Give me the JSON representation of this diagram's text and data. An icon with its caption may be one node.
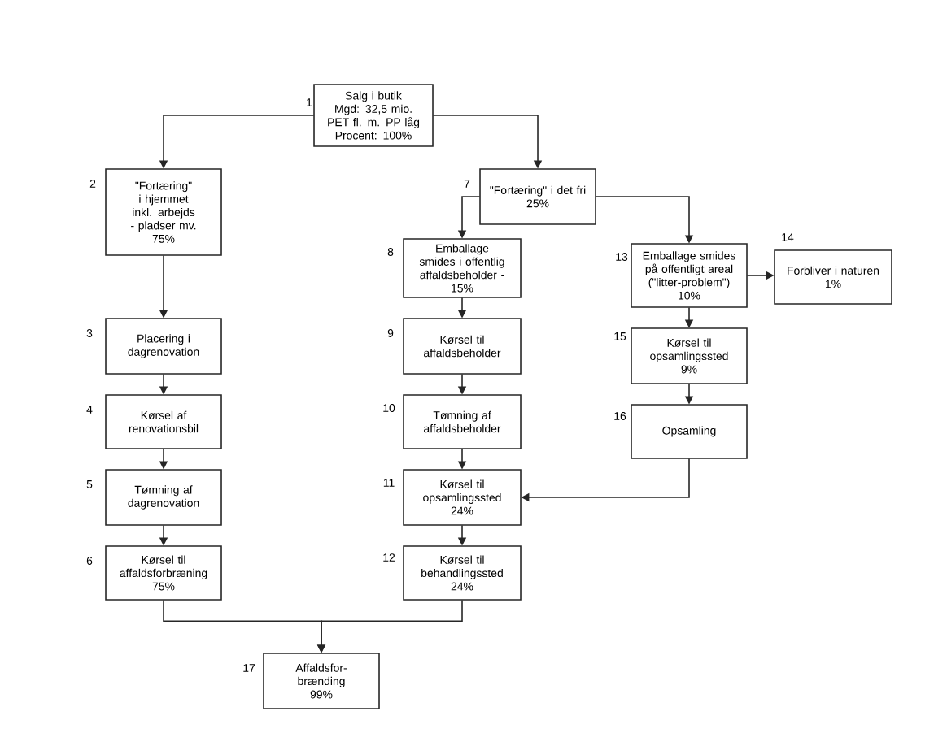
{
  "diagram": {
    "nodes": [
      {
        "text": [
          "Salg i butik",
          "Mgd: 32,5 mio.",
          "PET fl. m. PP låg",
          "Procent: 100%"
        ],
        "beside": [
          "1"
        ]
      },
      {
        "text": [
          "\"Fortæring\" i hjemmet inkl. arbejds - pladser mv.",
          "75%"
        ],
        "beside": [
          "2"
        ]
      },
      {
        "text": [
          "Placering i dagrenovation"
        ],
        "beside": [
          "3"
        ]
      },
      {
        "text": [
          "Kørsel af renovationsbil"
        ],
        "beside": [
          "4"
        ]
      },
      {
        "text": [
          "Tømning af dagrenovation"
        ],
        "beside": [
          "5"
        ]
      },
      {
        "text": [
          "Kørsel til affaldsforbræning",
          "75%"
        ],
        "beside": [
          "6"
        ]
      },
      {
        "text": [
          "\"Fortæring\" i det fri",
          "25%"
        ],
        "beside": [
          "7"
        ]
      },
      {
        "text": [
          "Emballage smides i offentlig affaldsbeholder -",
          "15%"
        ],
        "beside": [
          "8"
        ]
      },
      {
        "text": [
          "Kørsel til affaldsbeholder"
        ],
        "beside": [
          "9"
        ]
      },
      {
        "text": [
          "Tømning af affaldsbeholder"
        ],
        "beside": [
          "10"
        ]
      },
      {
        "text": [
          "Kørsel til opsamlingssted",
          "24%"
        ],
        "beside": [
          "11"
        ]
      },
      {
        "text": [
          "Kørsel til behandlingssted",
          "24%"
        ],
        "beside": [
          "12"
        ]
      },
      {
        "text": [
          "Emballage smides på offentligt areal (\"litter-problem\")",
          "10%"
        ],
        "beside": [
          "13"
        ]
      },
      {
        "text": [
          "Forbliver i naturen",
          "1%"
        ],
        "beside": [
          "14"
        ]
      },
      {
        "text": [
          "Kørsel til opsamlingssted",
          "9%"
        ],
        "beside": [
          "15"
        ]
      },
      {
        "text": [
          "Opsamling"
        ],
        "beside": [
          "16"
        ]
      },
      {
        "text": [
          "Affaldsfor- brænding",
          "99%"
        ],
        "beside": [
          "17"
        ]
      }
    ],
    "edges": [
      {
        "from": 0,
        "to": 1,
        "arrow": "to"
      },
      {
        "from": 0,
        "to": 6,
        "arrow": "to"
      },
      {
        "from": 1,
        "to": 2,
        "arrow": "to"
      },
      {
        "from": 2,
        "to": 3,
        "arrow": "to"
      },
      {
        "from": 3,
        "to": 4,
        "arrow": "to"
      },
      {
        "from": 4,
        "to": 5,
        "arrow": "to"
      },
      {
        "from": 6,
        "to": 7,
        "arrow": "to"
      },
      {
        "from": 6,
        "to": 12,
        "arrow": "to"
      },
      {
        "from": 7,
        "to": 8,
        "arrow": "to"
      },
      {
        "from": 8,
        "to": 9,
        "arrow": "to"
      },
      {
        "from": 9,
        "to": 10,
        "arrow": "to"
      },
      {
        "from": 10,
        "to": 11,
        "arrow": "to"
      },
      {
        "from": 12,
        "to": 13,
        "arrow": "to"
      },
      {
        "from": 12,
        "to": 14,
        "arrow": "to"
      },
      {
        "from": 14,
        "to": 15,
        "arrow": "to"
      },
      {
        "from": 15,
        "to": 10,
        "arrow": "to"
      },
      {
        "from": 5,
        "to": 16,
        "arrow": "to"
      },
      {
        "from": 11,
        "to": 16,
        "arrow": "to"
      }
    ]
  }
}
